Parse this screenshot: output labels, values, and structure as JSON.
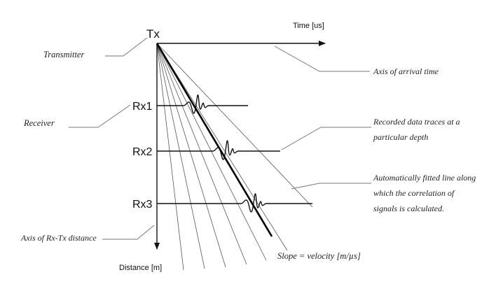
{
  "diagram": {
    "transmitter_label": "Tx",
    "time_axis_label": "Time [us]",
    "distance_axis_label": "Distance [m]",
    "receivers": [
      "Rx1",
      "Rx2",
      "Rx3"
    ],
    "annotations": {
      "transmitter": "Transmitter",
      "receiver": "Receiver",
      "axis_distance": "Axis of Rx-Tx distance",
      "axis_time": "Axis of arrival time",
      "traces_line1": "Recorded data traces at a",
      "traces_line2": "particular depth",
      "fit_line1": "Automatically fitted line along",
      "fit_line2": "which the correlation of",
      "fit_line3": "signals is calculated.",
      "slope": "Slope = velocity [m/µs]"
    },
    "colors": {
      "ink": "#111111",
      "leader": "#777777"
    }
  }
}
